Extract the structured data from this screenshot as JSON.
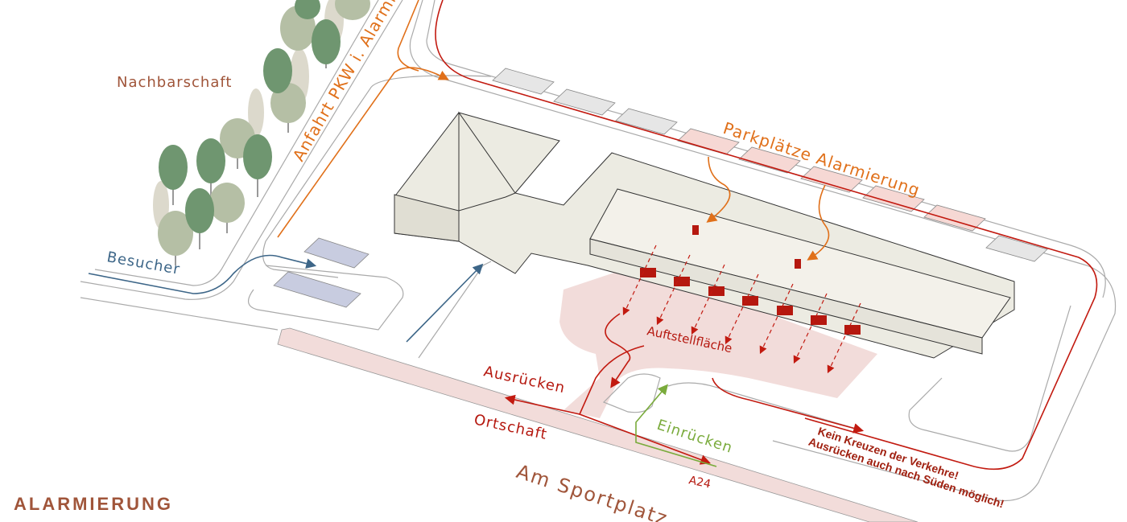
{
  "title": "ALARMIERUNG",
  "labels": {
    "neighborhood": "Nachbarschaft",
    "approach": "Anfahrt PKW i. Alarmie",
    "visitors": "Besucher",
    "parking_alarm": "Parkplätze Alarmierung",
    "staging_area": "Auftstellfläche",
    "deploy": "Ausrücken",
    "town": "Ortschaft",
    "return": "Einrücken",
    "highway": "A24",
    "street": "Am Sportplatz",
    "note_line1": "Kein Kreuzen der Verkehre!",
    "note_line2": "Ausrücken auch nach Süden möglich!"
  },
  "colors": {
    "red": "#b5180f",
    "orange": "#e0701a",
    "blue": "#3d6688",
    "green": "#7aab3c",
    "brown": "#a0553a",
    "pink": "#f2dcda"
  }
}
